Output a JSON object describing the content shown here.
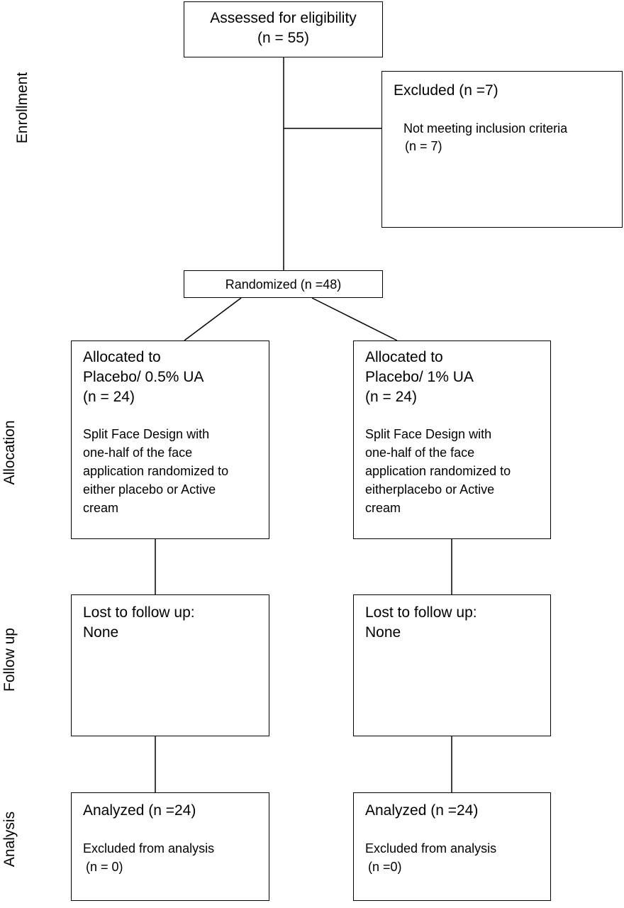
{
  "stages": {
    "enrollment": "Enrollment",
    "allocation": "Allocation",
    "follow_up": "Follow up",
    "analysis": "Analysis"
  },
  "assessed": {
    "line1": "Assessed for eligibility",
    "line2": "(n = 55)"
  },
  "excluded": {
    "title": "Excluded (n =7)",
    "reason_line1": "Not meeting inclusion criteria",
    "reason_line2": "(n = 7)"
  },
  "randomized": {
    "label": "Randomized (n =48)"
  },
  "allocation_left": {
    "line1": "Allocated to",
    "line2": "Placebo/ 0.5% UA",
    "line3": "(n = 24)",
    "desc": [
      "Split Face Design with",
      "one-half of the face",
      "application randomized to",
      "either placebo or Active",
      "cream"
    ]
  },
  "allocation_right": {
    "line1": "Allocated to",
    "line2": "Placebo/ 1% UA",
    "line3": "(n = 24)",
    "desc": [
      "Split Face Design with",
      "one-half of the face",
      "application randomized to",
      "eitherplacebo or Active",
      "cream"
    ]
  },
  "followup_left": {
    "line1": "Lost to follow up:",
    "line2": "None"
  },
  "followup_right": {
    "line1": "Lost to follow up:",
    "line2": "None"
  },
  "analysis_left": {
    "title": "Analyzed (n =24)",
    "excl_line1": "Excluded from analysis",
    "excl_line2": "(n = 0)"
  },
  "analysis_right": {
    "title": "Analyzed (n =24)",
    "excl_line1": "Excluded from analysis",
    "excl_line2": "(n =0)"
  }
}
